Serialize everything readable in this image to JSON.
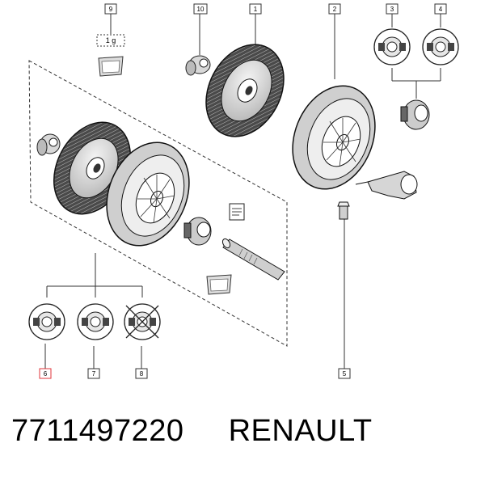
{
  "diagram": {
    "callouts": [
      {
        "id": "callout-1",
        "label": "1"
      },
      {
        "id": "callout-2",
        "label": "2"
      },
      {
        "id": "callout-3",
        "label": "3"
      },
      {
        "id": "callout-4",
        "label": "4"
      },
      {
        "id": "callout-5",
        "label": "5"
      },
      {
        "id": "callout-6",
        "label": "6",
        "highlight": true
      },
      {
        "id": "callout-7",
        "label": "7"
      },
      {
        "id": "callout-8",
        "label": "8"
      },
      {
        "id": "callout-9",
        "label": "9"
      },
      {
        "id": "callout-10",
        "label": "10"
      }
    ],
    "grease_quantity": "1 g",
    "highlight_color": "#e0363b",
    "line_color": "#222222"
  },
  "caption": {
    "part_number": "7711497220",
    "brand": "RENAULT"
  }
}
